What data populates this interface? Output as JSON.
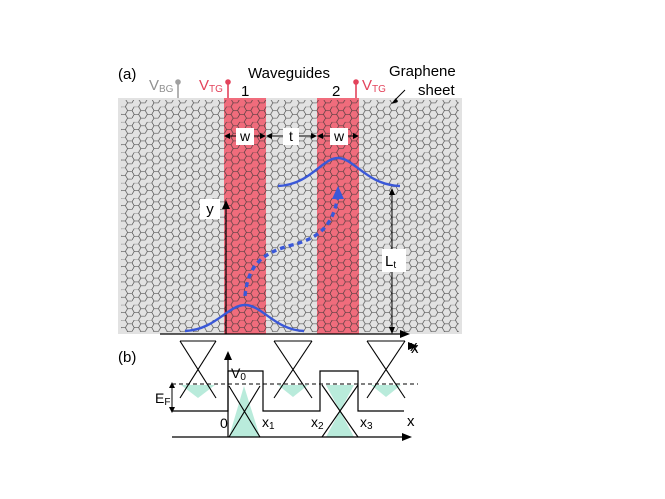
{
  "panel_a": {
    "panel_label": "(a)",
    "vbg": {
      "main": "V",
      "sub": "BG"
    },
    "vtg_left": {
      "main": "V",
      "sub": "TG"
    },
    "vtg_right": {
      "main": "V",
      "sub": "TG"
    },
    "waveguides_label": "Waveguides",
    "waveguide_1": "1",
    "waveguide_2": "2",
    "graphene_line1": "Graphene",
    "graphene_line2": "sheet",
    "width_label_1": "w",
    "gap_label": "t",
    "width_label_2": "w",
    "y_axis_label": "y",
    "x_axis_label": "x",
    "lt_label": {
      "main": "L",
      "sub": "t"
    }
  },
  "panel_b": {
    "panel_label": "(b)",
    "v0_label": {
      "main": "V",
      "sub": "0"
    },
    "ef_label": {
      "main": "E",
      "sub": "F"
    },
    "x_axis_label": "x",
    "tick_0": "0",
    "tick_x1": {
      "main": "x",
      "sub": "1"
    },
    "tick_x2": {
      "main": "x",
      "sub": "2"
    },
    "tick_x3": {
      "main": "x",
      "sub": "3"
    }
  },
  "colors": {
    "sheet": "#e2e2e2",
    "hex_line": "#333333",
    "waveguide_fill": "#f06c7c",
    "vtg": "#e3435b",
    "vbg": "#a0a0a0",
    "wave": "#3a58d8",
    "dirac_fill": "#b9ebdb"
  }
}
